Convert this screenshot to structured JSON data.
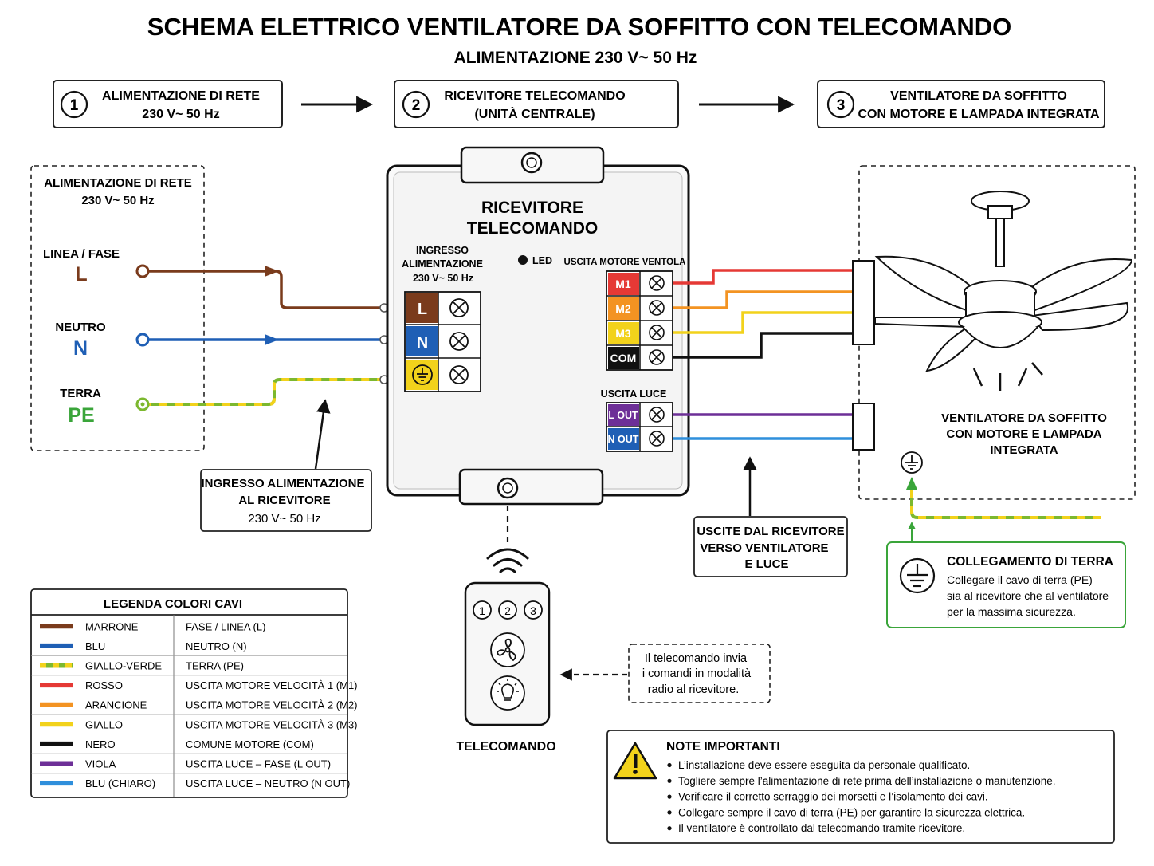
{
  "title": "SCHEMA ELETTRICO VENTILATORE DA SOFFITTO CON TELECOMANDO",
  "subtitle": "ALIMENTAZIONE 230 V~ 50 Hz",
  "colors": {
    "brown": "#7a3b1c",
    "blue": "#1f5fb5",
    "green": "#7cb82f",
    "yellow": "#f2d21b",
    "red": "#e53935",
    "orange": "#f39322",
    "black": "#111111",
    "violet": "#6d2f97",
    "lightblue": "#2f8fdc",
    "earth_green": "#3aa53a"
  },
  "steps": [
    {
      "num": "1",
      "line1": "ALIMENTAZIONE DI RETE",
      "line2": "230 V~ 50 Hz"
    },
    {
      "num": "2",
      "line1": "RICEVITORE TELECOMANDO",
      "line2": "(UNITÀ CENTRALE)"
    },
    {
      "num": "3",
      "line1": "VENTILATORE DA SOFFITTO",
      "line2": "CON MOTORE E LAMPADA INTEGRATA"
    }
  ],
  "mains": {
    "header1": "ALIMENTAZIONE DI RETE",
    "header2": "230 V~ 50 Hz",
    "line_label": "LINEA / FASE",
    "line_sym": "L",
    "neutral_label": "NEUTRO",
    "neutral_sym": "N",
    "earth_label": "TERRA",
    "earth_sym": "PE"
  },
  "receiver": {
    "title1": "RICEVITORE",
    "title2": "TELECOMANDO",
    "input1": "INGRESSO",
    "input2": "ALIMENTAZIONE",
    "input3": "230 V~ 50 Hz",
    "led": "LED",
    "input_terminals": [
      "L",
      "N"
    ],
    "motor_output": "USCITA MOTORE VENTOLA",
    "motor_terminals": [
      "M1",
      "M2",
      "M3",
      "COM"
    ],
    "light_output": "USCITA LUCE",
    "light_terminals": [
      "L OUT",
      "N OUT"
    ]
  },
  "fan": {
    "line1": "VENTILATORE DA SOFFITTO",
    "line2": "CON MOTORE E LAMPADA",
    "line3": "INTEGRATA"
  },
  "callout_input": {
    "line1": "INGRESSO ALIMENTAZIONE",
    "line2": "AL RICEVITORE",
    "line3": "230 V~ 50 Hz"
  },
  "callout_outputs": {
    "line1": "USCITE DAL RICEVITORE",
    "line2": "VERSO VENTILATORE",
    "line3": "E LUCE"
  },
  "earth_box": {
    "title": "COLLEGAMENTO DI TERRA",
    "line1": "Collegare il cavo di terra (PE)",
    "line2": "sia al ricevitore che al ventilatore",
    "line3": "per la massima sicurezza."
  },
  "remote": {
    "buttons": [
      "1",
      "2",
      "3"
    ],
    "label": "TELECOMANDO"
  },
  "remote_note": {
    "line1": "Il telecomando invia",
    "line2": "i comandi in modalità",
    "line3": "radio al ricevitore."
  },
  "legend": {
    "title": "LEGENDA COLORI CAVI",
    "rows": [
      {
        "color": "MARRONE",
        "desc": "FASE / LINEA (L)"
      },
      {
        "color": "BLU",
        "desc": "NEUTRO (N)"
      },
      {
        "color": "GIALLO-VERDE",
        "desc": "TERRA (PE)"
      },
      {
        "color": "ROSSO",
        "desc": "USCITA MOTORE VELOCITÀ 1 (M1)"
      },
      {
        "color": "ARANCIONE",
        "desc": "USCITA MOTORE VELOCITÀ 2 (M2)"
      },
      {
        "color": "GIALLO",
        "desc": "USCITA MOTORE VELOCITÀ 3 (M3)"
      },
      {
        "color": "NERO",
        "desc": "COMUNE MOTORE (COM)"
      },
      {
        "color": "VIOLA",
        "desc": "USCITA LUCE – FASE (L OUT)"
      },
      {
        "color": "BLU (CHIARO)",
        "desc": "USCITA LUCE – NEUTRO (N OUT)"
      }
    ]
  },
  "notes": {
    "title": "NOTE IMPORTANTI",
    "items": [
      "L’installazione deve essere eseguita da personale qualificato.",
      "Togliere sempre l’alimentazione di rete prima dell’installazione o manutenzione.",
      "Verificare il corretto serraggio dei morsetti e l’isolamento dei cavi.",
      "Collegare sempre il cavo di terra (PE) per garantire la sicurezza elettrica.",
      "Il ventilatore è controllato dal telecomando tramite ricevitore."
    ]
  }
}
